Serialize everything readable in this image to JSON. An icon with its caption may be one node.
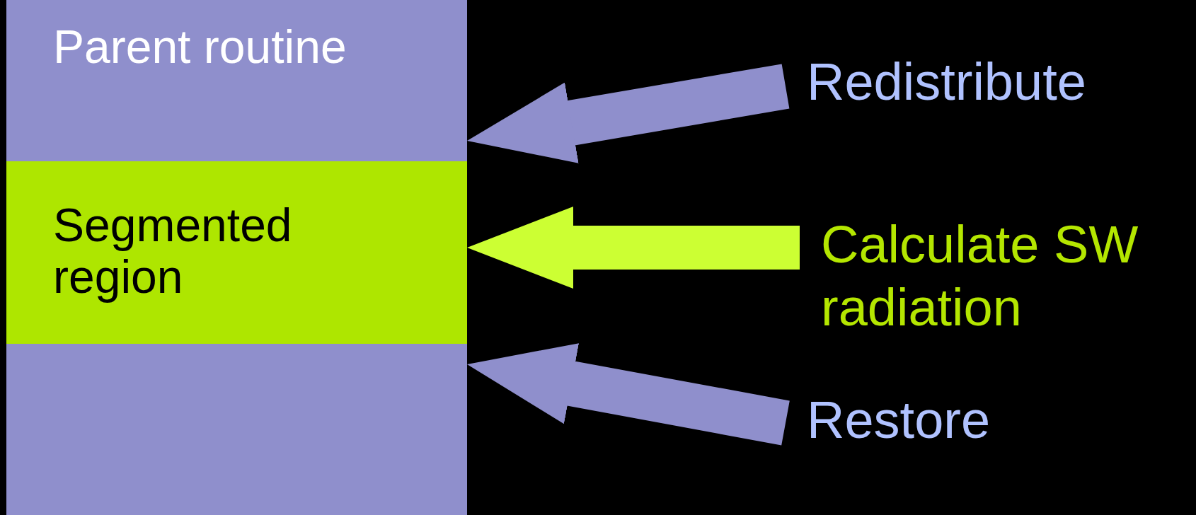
{
  "diagram": {
    "nodes": [
      {
        "text": [
          "Parent routine"
        ]
      },
      {
        "text": [
          "Segmented region"
        ],
        "in": 0
      },
      {
        "text": [
          "Redistribute"
        ]
      },
      {
        "text": [
          "Calculate SW radiation"
        ]
      },
      {
        "text": [
          "Restore"
        ]
      }
    ],
    "edges": [
      {
        "from": 2,
        "to": 0,
        "arrow": "to"
      },
      {
        "from": 3,
        "to": 1,
        "arrow": "to",
        "color": "#ccff33"
      },
      {
        "from": 4,
        "to": 0,
        "arrow": "to"
      }
    ]
  }
}
